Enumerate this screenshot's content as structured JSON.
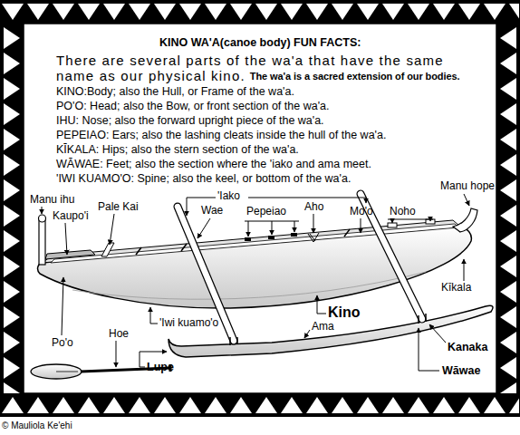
{
  "diagram": {
    "title": "KINO WA'A(canoe body) FUN FACTS:",
    "labels": [
      "There are several parts of the wa'a that have the same name as our physical kino.",
      "The wa'a is a sacred extension of our bodies.",
      "KINO:Body; also the Hull, or Frame of the wa'a.",
      "PO'O: Head; also the Bow, or front section of the wa'a.",
      "IHU: Nose; also the forward upright piece of the wa'a.",
      "PEPEIAO: Ears; also the lashing cleats inside the hull of the wa'a.",
      "KĪKALA: Hips; also the stern section of the wa'a.",
      "WĀWAE: Feet; also the section where the 'iako and ama meet.",
      "'IWI KUAMO'O: Spine; also the keel, or bottom of the wa'a.",
      "Manu ihu",
      "'Iako",
      "Manu hope",
      "Pale Kai",
      "Wae",
      "Pepeiao",
      "Aho",
      "Mo'o",
      "Noho",
      "Kaupo'i",
      "Kino",
      "Kīkala",
      "'Iwi kuamo'o",
      "Ama",
      "Hoe",
      "Po'o",
      "Lupe",
      "Kanaka",
      "Wāwae",
      "© Mauliola Ke'ehi"
    ]
  }
}
